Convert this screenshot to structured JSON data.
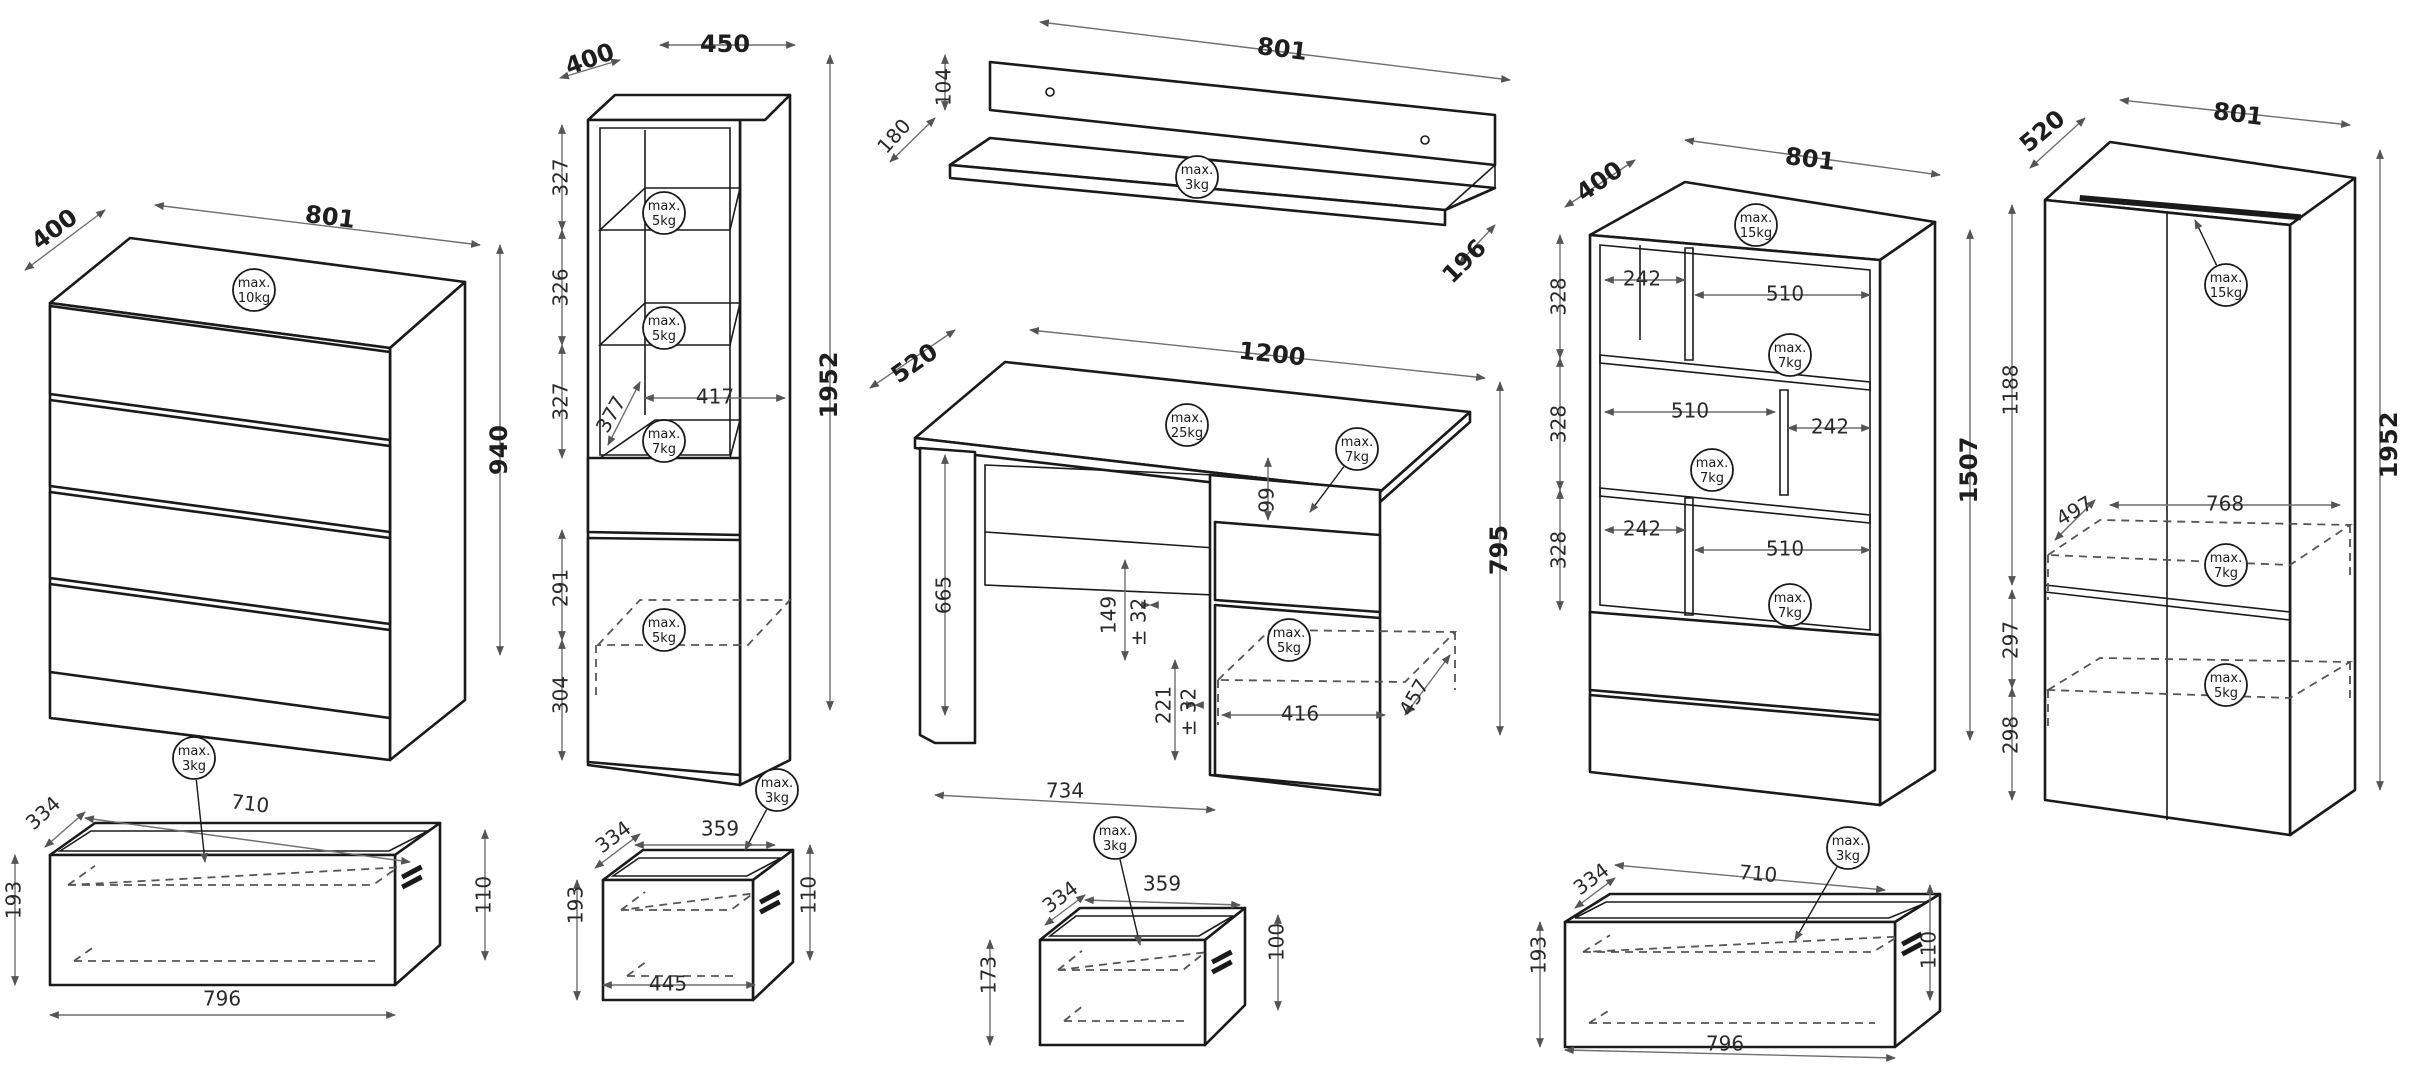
{
  "dresser": {
    "width": "801",
    "depth": "400",
    "height": "940",
    "top_load": "10kg",
    "drawer": {
      "inner_width": "710",
      "inner_depth": "334",
      "outer_height": "193",
      "inner_height": "110",
      "outer_width": "796",
      "load": "3kg"
    }
  },
  "bookcase": {
    "width": "450",
    "depth": "400",
    "height": "1952",
    "shelf_heights": [
      "327",
      "326",
      "327"
    ],
    "lower_heights": [
      "291",
      "304"
    ],
    "inner_depth": "377",
    "inner_width": "417",
    "shelf_loads": [
      "5kg",
      "5kg",
      "7kg",
      "5kg"
    ],
    "drawer": {
      "inner_width": "359",
      "inner_depth": "334",
      "outer_height": "193",
      "inner_height": "110",
      "outer_width": "445",
      "load": "3kg"
    }
  },
  "wall_shelf": {
    "width": "801",
    "height": "104",
    "depth": "180",
    "shelf_depth": "196",
    "load": "3kg"
  },
  "desk": {
    "width": "1200",
    "depth": "520",
    "height": "795",
    "top_load": "25kg",
    "knee_height": "665",
    "upper_drawer_height": "99",
    "upper_drawer_load": "7kg",
    "gap_1": "149",
    "gap_1_tol": "± 32",
    "gap_2": "221",
    "gap_2_tol": "± 32",
    "shelf_width": "416",
    "shelf_depth": "457",
    "shelf_load": "5kg",
    "knee_width": "734",
    "drawer": {
      "inner_width": "359",
      "inner_depth": "334",
      "outer_height": "173",
      "inner_height": "100",
      "load": "3kg"
    }
  },
  "cabinet": {
    "width": "801",
    "depth": "400",
    "height": "1507",
    "top_load": "15kg",
    "row_heights": [
      "328",
      "328",
      "328"
    ],
    "widths": [
      "242",
      "510",
      "510",
      "242",
      "242",
      "510"
    ],
    "cell_loads": [
      "7kg",
      "7kg",
      "7kg"
    ],
    "drawer": {
      "inner_width": "710",
      "inner_depth": "334",
      "outer_height": "193",
      "inner_height": "110",
      "outer_width": "796",
      "load": "3kg"
    }
  },
  "wardrobe": {
    "width": "801",
    "depth": "520",
    "height": "1952",
    "rail_load": "15kg",
    "upper_height": "1188",
    "inner_depth": "497",
    "inner_width": "768",
    "shelf_load": "7kg",
    "lower_heights": [
      "297",
      "298"
    ],
    "lower_load": "5kg"
  },
  "weight_prefix": "max."
}
